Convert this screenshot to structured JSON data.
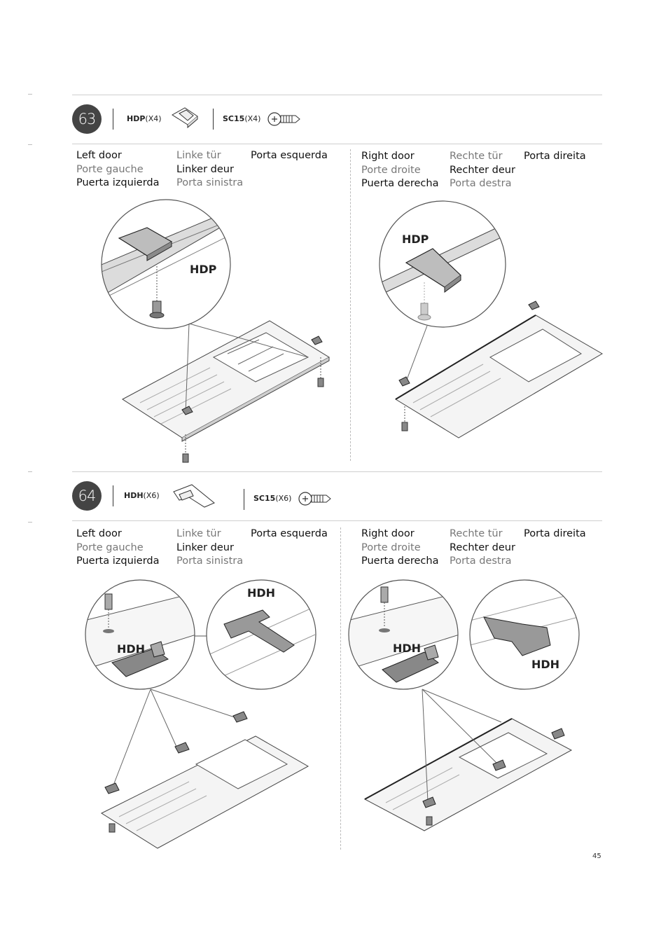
{
  "step63": {
    "number": "63",
    "parts": [
      {
        "code": "HDP",
        "qty": "(X4)"
      },
      {
        "code": "SC15",
        "qty": "(X4)"
      }
    ],
    "left": {
      "col1": [
        "Left door",
        "Porte gauche",
        "Puerta izquierda"
      ],
      "col2": [
        "Linke tür",
        "Linker deur",
        "Porta sinistra"
      ],
      "col3": [
        "Porta esquerda"
      ]
    },
    "right": {
      "col1": [
        "Right door",
        "Porte droite",
        "Puerta derecha"
      ],
      "col2": [
        "Rechte tür",
        "Rechter deur",
        "Porta destra"
      ],
      "col3": [
        "Porta direita"
      ]
    },
    "callouts": [
      "HDP",
      "HDP"
    ]
  },
  "step64": {
    "number": "64",
    "parts": [
      {
        "code": "HDH",
        "qty": "(X6)"
      },
      {
        "code": "SC15",
        "qty": "(X6)"
      }
    ],
    "left": {
      "col1": [
        "Left door",
        "Porte gauche",
        "Puerta izquierda"
      ],
      "col2": [
        "Linke tür",
        "Linker deur",
        "Porta sinistra"
      ],
      "col3": [
        "Porta esquerda"
      ]
    },
    "right": {
      "col1": [
        "Right door",
        "Porte droite",
        "Puerta derecha"
      ],
      "col2": [
        "Rechte tür",
        "Rechter deur",
        "Porta destra"
      ],
      "col3": [
        "Porta direita"
      ]
    },
    "callouts": [
      "HDH",
      "HDH",
      "HDH",
      "HDH"
    ]
  },
  "page_number": "45"
}
